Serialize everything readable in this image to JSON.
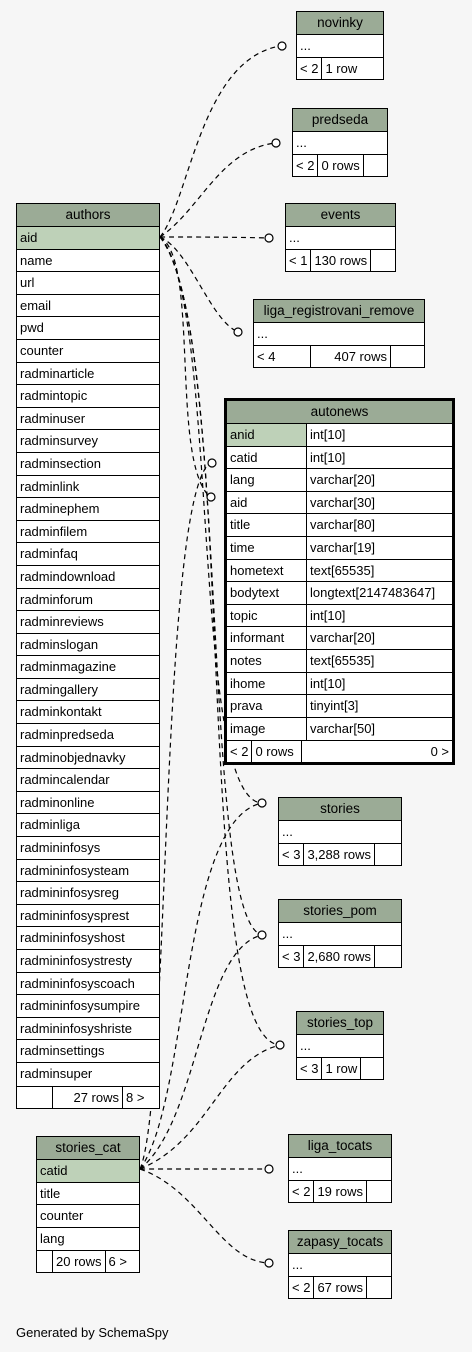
{
  "footer": "Generated by SchemaSpy",
  "novinky": {
    "name": "novinky",
    "row": "...",
    "f1": "< 2",
    "f2": "1 row"
  },
  "predseda": {
    "name": "predseda",
    "row": "...",
    "f1": "< 2",
    "f2": "0 rows"
  },
  "events": {
    "name": "events",
    "row": "...",
    "f1": "< 1",
    "f2": "130 rows"
  },
  "liga": {
    "name": "liga_registrovani_remove",
    "row": "...",
    "f1": "< 4",
    "f2": "407 rows"
  },
  "stories": {
    "name": "stories",
    "row": "...",
    "f1": "< 3",
    "f2": "3,288 rows"
  },
  "stories_pom": {
    "name": "stories_pom",
    "row": "...",
    "f1": "< 3",
    "f2": "2,680 rows"
  },
  "stories_top": {
    "name": "stories_top",
    "row": "...",
    "f1": "< 3",
    "f2": "1 row"
  },
  "liga_tocats": {
    "name": "liga_tocats",
    "row": "...",
    "f1": "< 2",
    "f2": "19 rows"
  },
  "zapasy_tocats": {
    "name": "zapasy_tocats",
    "row": "...",
    "f1": "< 2",
    "f2": "67 rows"
  },
  "authors": {
    "name": "authors",
    "columns": [
      "aid",
      "name",
      "url",
      "email",
      "pwd",
      "counter",
      "radminarticle",
      "radmintopic",
      "radminuser",
      "radminsurvey",
      "radminsection",
      "radminlink",
      "radminephem",
      "radminfilem",
      "radminfaq",
      "radmindownload",
      "radminforum",
      "radminreviews",
      "radminslogan",
      "radminmagazine",
      "radmingallery",
      "radminkontakt",
      "radminpredseda",
      "radminobjednavky",
      "radmincalendar",
      "radminonline",
      "radminliga",
      "radmininfosys",
      "radmininfosysteam",
      "radmininfosysreg",
      "radmininfosysprest",
      "radmininfosyshost",
      "radmininfosystresty",
      "radmininfosyscoach",
      "radmininfosysumpire",
      "radmininfosyshriste",
      "radminsettings",
      "radminsuper"
    ],
    "f1": "",
    "f2": "27 rows",
    "f3": "8 >"
  },
  "autonews": {
    "name": "autonews",
    "columns": [
      {
        "name": "anid",
        "type": "int[10]"
      },
      {
        "name": "catid",
        "type": "int[10]"
      },
      {
        "name": "lang",
        "type": "varchar[20]"
      },
      {
        "name": "aid",
        "type": "varchar[30]"
      },
      {
        "name": "title",
        "type": "varchar[80]"
      },
      {
        "name": "time",
        "type": "varchar[19]"
      },
      {
        "name": "hometext",
        "type": "text[65535]"
      },
      {
        "name": "bodytext",
        "type": "longtext[2147483647]"
      },
      {
        "name": "topic",
        "type": "int[10]"
      },
      {
        "name": "informant",
        "type": "varchar[20]"
      },
      {
        "name": "notes",
        "type": "text[65535]"
      },
      {
        "name": "ihome",
        "type": "int[10]"
      },
      {
        "name": "prava",
        "type": "tinyint[3]"
      },
      {
        "name": "image",
        "type": "varchar[50]"
      }
    ],
    "f1": "< 2",
    "f2": "0 rows",
    "f3": "0 >"
  },
  "stories_cat": {
    "name": "stories_cat",
    "columns": [
      "catid",
      "title",
      "counter",
      "lang"
    ],
    "f1": "",
    "f2": "20 rows",
    "f3": "6 >"
  }
}
